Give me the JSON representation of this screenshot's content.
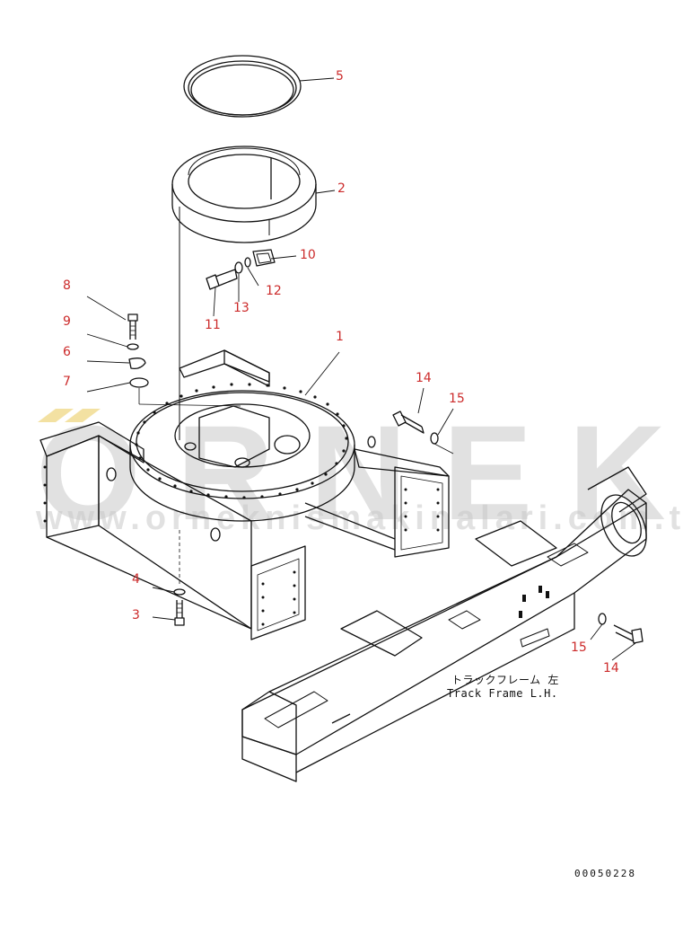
{
  "watermark": {
    "brand": "ORNEK",
    "url": "www.orneknismakinalari.com.tr"
  },
  "track_frame_label": {
    "japanese": "トラックフレーム 左",
    "english": "Track Frame L.H."
  },
  "document_number": "00050228",
  "callouts": {
    "c1": "1",
    "c2": "2",
    "c3": "3",
    "c4": "4",
    "c5": "5",
    "c6": "6",
    "c7": "7",
    "c8": "8",
    "c9": "9",
    "c10": "10",
    "c11": "11",
    "c12": "12",
    "c13": "13",
    "c14a": "14",
    "c15a": "15",
    "c14b": "14",
    "c15b": "15"
  },
  "colors": {
    "callout": "#cc2b2b",
    "line": "#111111",
    "watermark": "#c8c8c8"
  }
}
